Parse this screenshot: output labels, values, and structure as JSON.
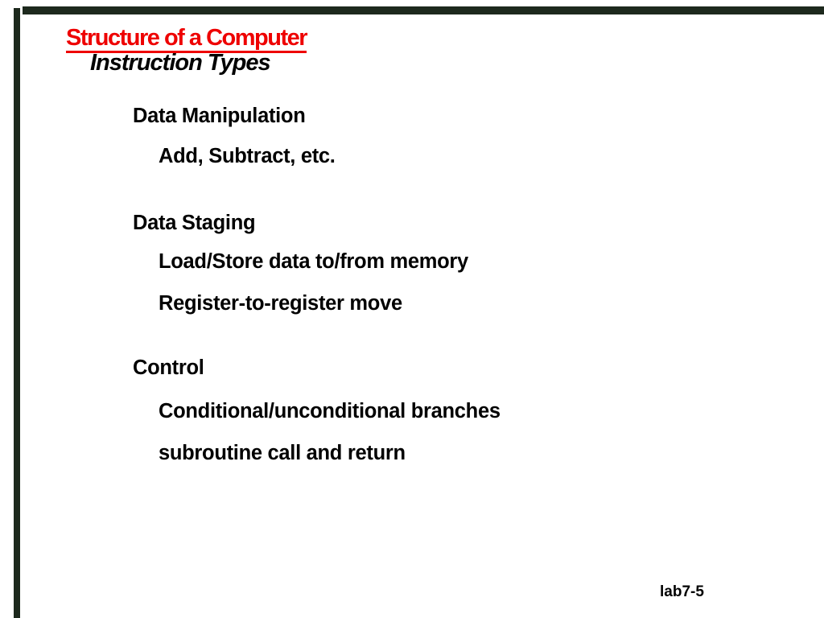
{
  "slide": {
    "title": "Structure of a Computer",
    "subtitle": "Instruction Types",
    "sections": [
      {
        "heading": "Data Manipulation",
        "items": [
          "Add, Subtract, etc."
        ]
      },
      {
        "heading": "Data Staging",
        "items": [
          "Load/Store data to/from memory",
          "Register-to-register move"
        ]
      },
      {
        "heading": "Control",
        "items": [
          "Conditional/unconditional branches",
          "subroutine call and return"
        ]
      }
    ],
    "page_label": "lab7-5",
    "colors": {
      "title_red": "#ee0000",
      "border_green": "#1d291d",
      "text": "#000000",
      "background": "#ffffff"
    }
  }
}
